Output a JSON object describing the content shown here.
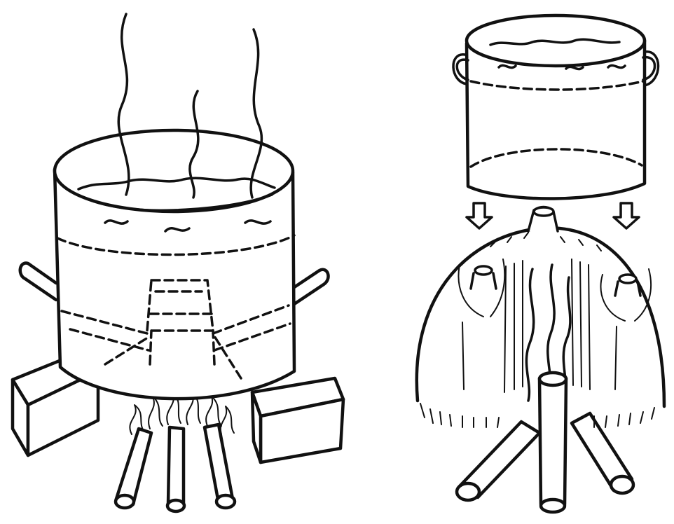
{
  "figure": {
    "panels": [
      {
        "id": "left",
        "subject": "pot-on-three-stone-fire"
      },
      {
        "id": "right",
        "subject": "pot-over-enclosed-stove-with-firewood"
      }
    ],
    "colors": {
      "ink": "#111111",
      "paper": "#ffffff"
    },
    "arrow_icons": [
      "down-arrow-icon",
      "down-arrow-icon"
    ]
  }
}
